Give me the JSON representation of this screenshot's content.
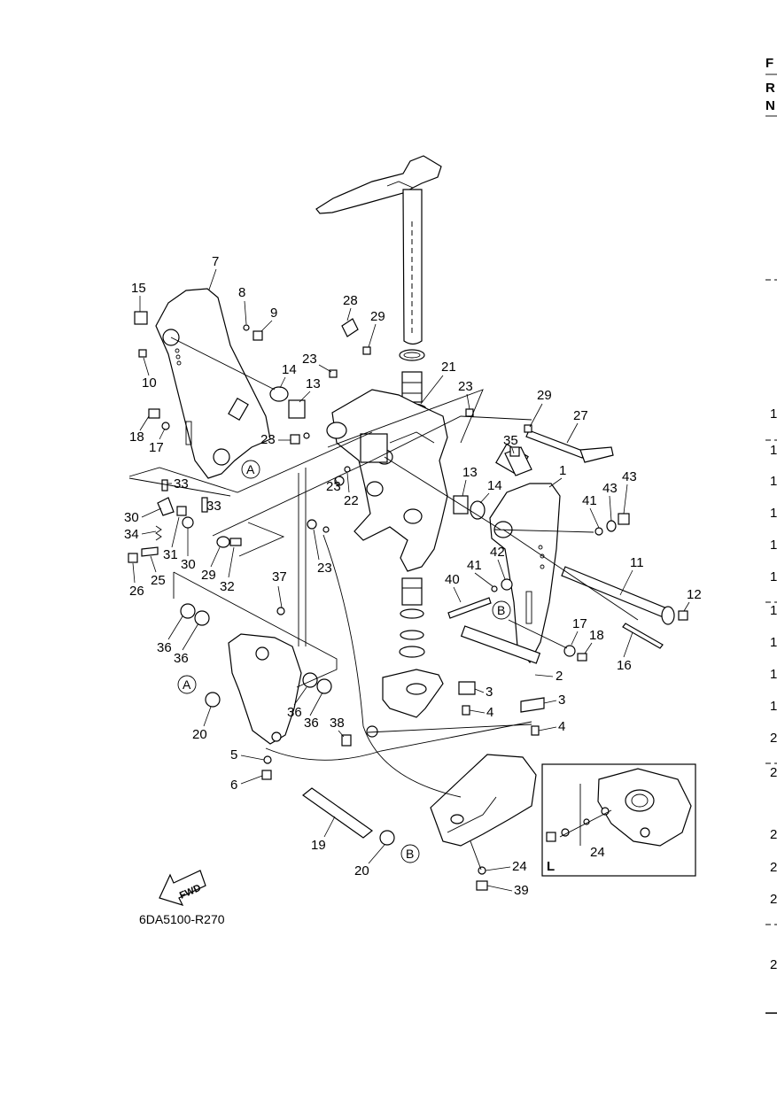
{
  "diagram_code": "6DA5100-R270",
  "fwd_label": "FWD",
  "inset_label": "L",
  "circle_refs": {
    "a": "A",
    "b": "B"
  },
  "edge_letters": [
    "F",
    "R",
    "N"
  ],
  "edge_numbers": [
    "1",
    "1",
    "1",
    "1",
    "1",
    "1",
    "1",
    "1",
    "1",
    "1",
    "2",
    "2",
    "2",
    "2",
    "2",
    "2"
  ],
  "callouts": {
    "c1": "1",
    "c2": "2",
    "c3a": "3",
    "c3b": "3",
    "c4a": "4",
    "c4b": "4",
    "c5": "5",
    "c6": "6",
    "c7": "7",
    "c8": "8",
    "c9": "9",
    "c10": "10",
    "c11": "11",
    "c12": "12",
    "c13a": "13",
    "c13b": "13",
    "c14a": "14",
    "c14b": "14",
    "c15": "15",
    "c16": "16",
    "c17a": "17",
    "c17b": "17",
    "c18a": "18",
    "c18b": "18",
    "c19": "19",
    "c20a": "20",
    "c20b": "20",
    "c21": "21",
    "c22": "22",
    "c23a": "23",
    "c23b": "23",
    "c23c": "23",
    "c23d": "23",
    "c23e": "23",
    "c24a": "24",
    "c24b": "24",
    "c25": "25",
    "c26": "26",
    "c27": "27",
    "c28": "28",
    "c29a": "29",
    "c29b": "29",
    "c29c": "29",
    "c30a": "30",
    "c30b": "30",
    "c31": "31",
    "c32": "32",
    "c33a": "33",
    "c33b": "33",
    "c34": "34",
    "c35": "35",
    "c36a": "36",
    "c36b": "36",
    "c36c": "36",
    "c36d": "36",
    "c37": "37",
    "c38": "38",
    "c39": "39",
    "c40": "40",
    "c41a": "41",
    "c41b": "41",
    "c42": "42",
    "c43a": "43",
    "c43b": "43"
  }
}
